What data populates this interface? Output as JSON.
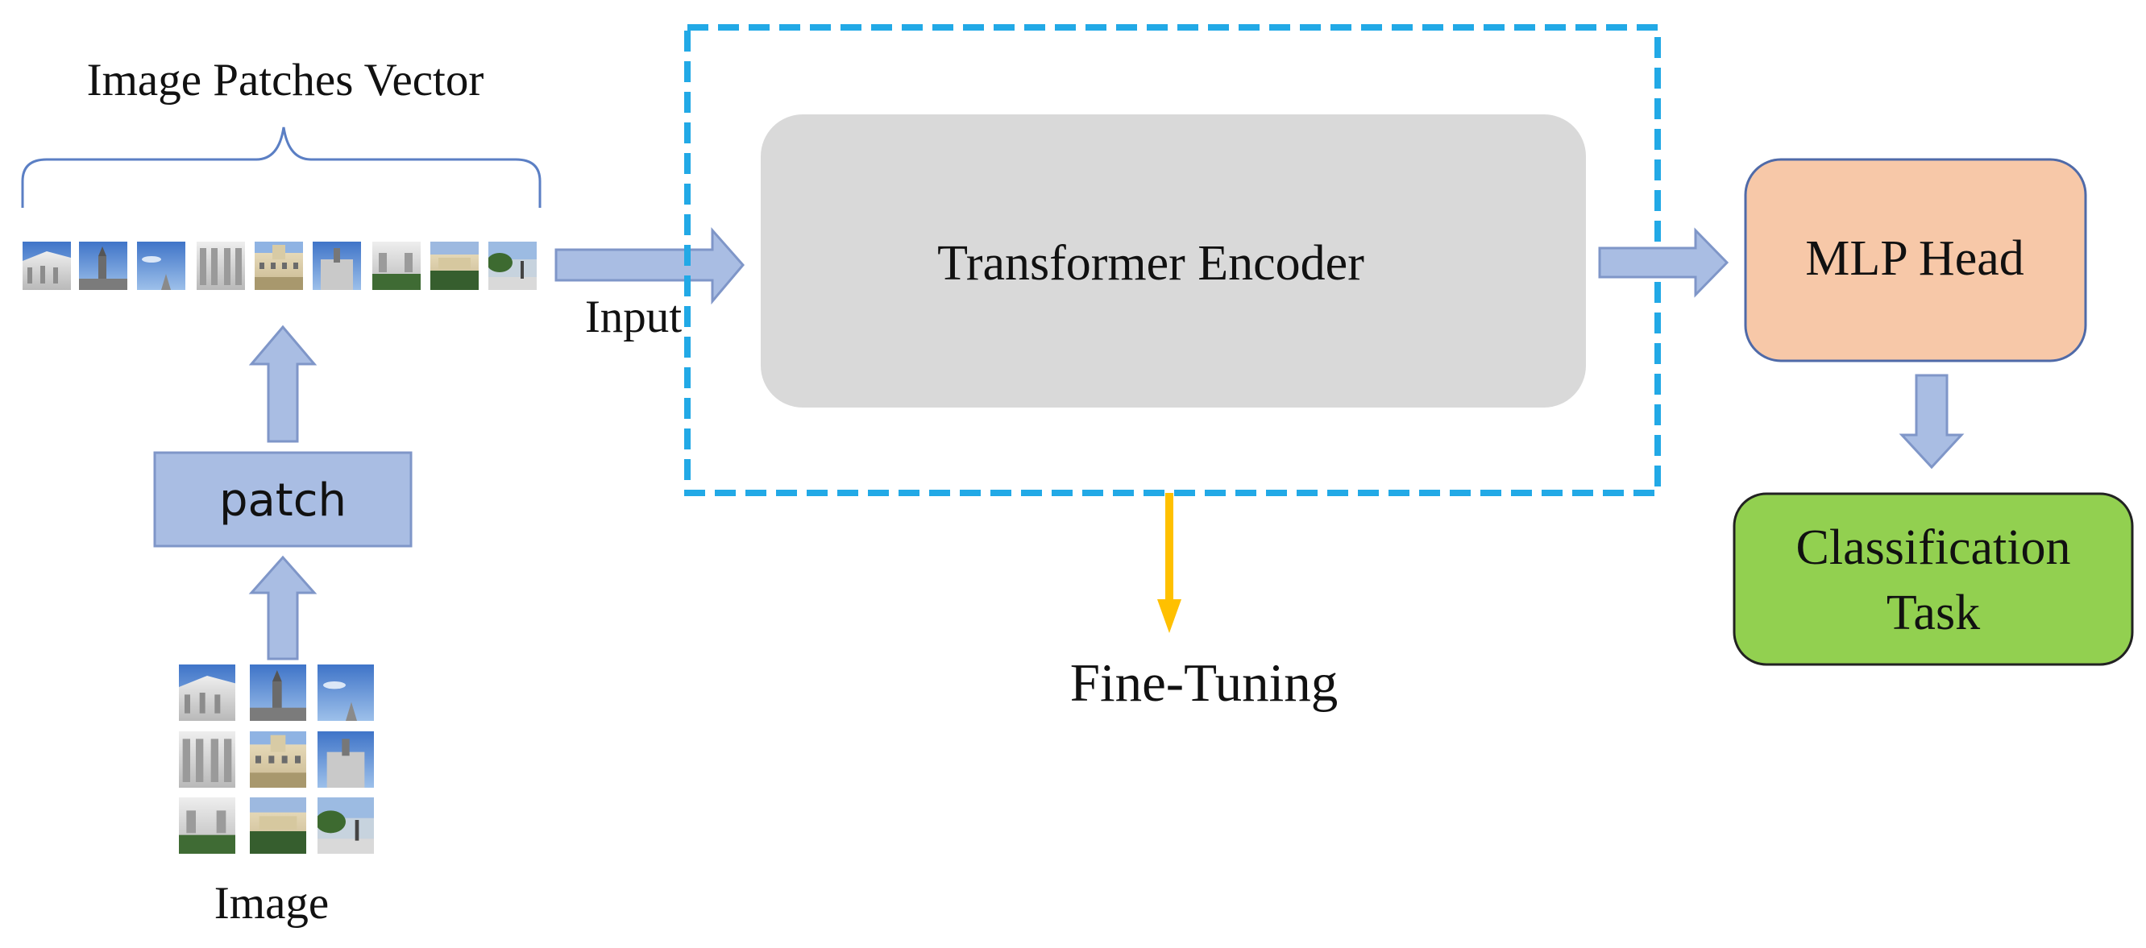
{
  "labels": {
    "patches_vector": "Image Patches Vector",
    "patch": "patch",
    "image": "Image",
    "input": "Input",
    "encoder": "Transformer Encoder",
    "mlp_head": "MLP Head",
    "classification_line1": "Classification",
    "classification_line2": "Task",
    "fine_tuning": "Fine-Tuning"
  },
  "colors": {
    "arrow_fill": "#a9bde3",
    "arrow_stroke": "#7f96c8",
    "patch_box_fill": "#a9bde3",
    "encoder_fill": "#d9d9d9",
    "mlp_fill": "#f7c8a8",
    "classification_fill": "#92d050",
    "dashed_border": "#22a9e6",
    "fine_tuning_arrow": "#ffc000",
    "brace": "#5b7fc4",
    "text": "#111111"
  },
  "thumbnails": {
    "icon": "photo-thumbnail-icon",
    "patch_row_count": 9,
    "grid_rows": 3,
    "grid_cols": 3
  }
}
